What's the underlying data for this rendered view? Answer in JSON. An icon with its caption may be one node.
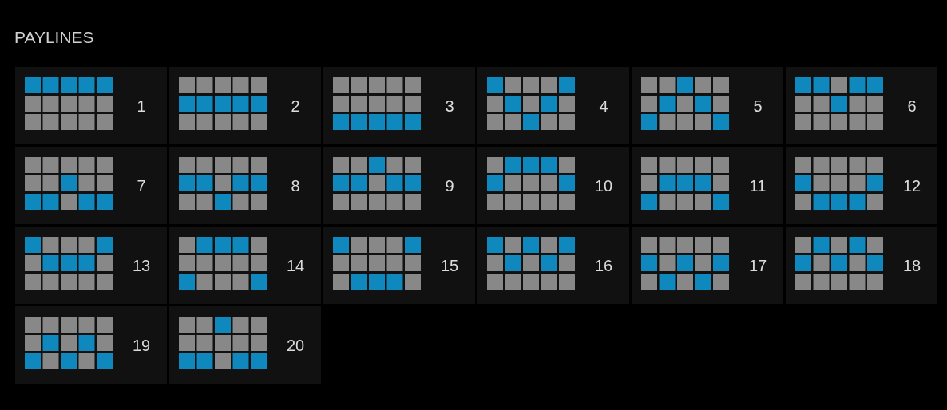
{
  "diagram": {
    "title": "PAYLINES",
    "nodes": [
      {
        "text": [
          "1"
        ]
      },
      {
        "text": [
          "2"
        ]
      },
      {
        "text": [
          "3"
        ]
      },
      {
        "text": [
          "4"
        ]
      },
      {
        "text": [
          "5"
        ]
      },
      {
        "text": [
          "6"
        ]
      },
      {
        "text": [
          "7"
        ]
      },
      {
        "text": [
          "8"
        ]
      },
      {
        "text": [
          "9"
        ]
      },
      {
        "text": [
          "10"
        ]
      },
      {
        "text": [
          "11"
        ]
      },
      {
        "text": [
          "12"
        ]
      },
      {
        "text": [
          "13"
        ]
      },
      {
        "text": [
          "14"
        ]
      },
      {
        "text": [
          "15"
        ]
      },
      {
        "text": [
          "16"
        ]
      },
      {
        "text": [
          "17"
        ]
      },
      {
        "text": [
          "18"
        ]
      },
      {
        "text": [
          "19"
        ]
      },
      {
        "text": [
          "20"
        ]
      }
    ]
  }
}
